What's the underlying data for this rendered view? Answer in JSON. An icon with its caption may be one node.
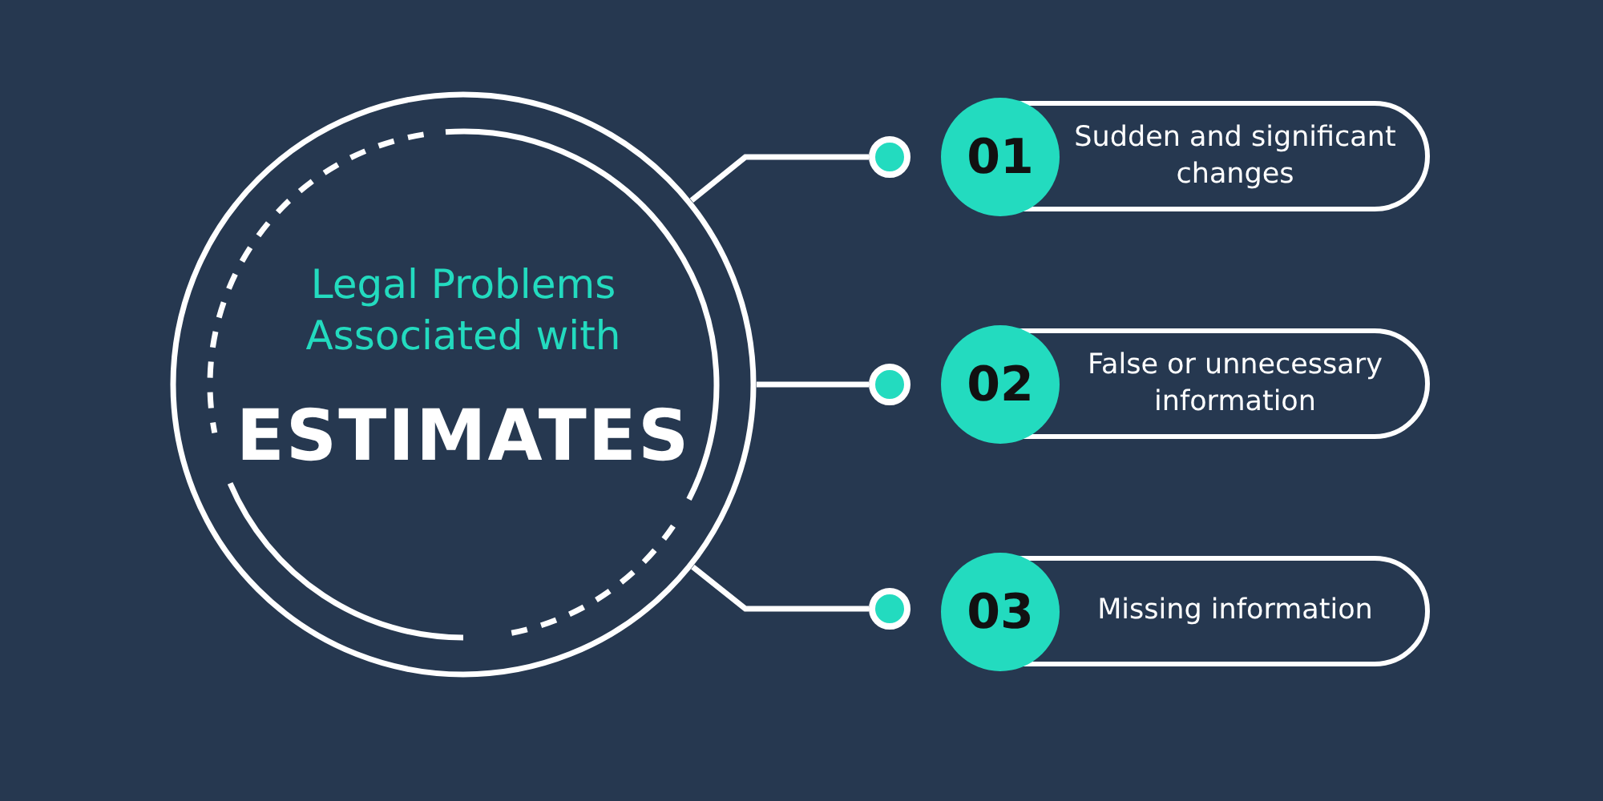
{
  "diagram": {
    "nodes": [
      {
        "text": [
          "Legal Problems Associated with",
          "ESTIMATES"
        ]
      },
      {
        "text": [],
        "shape": "circle"
      },
      {
        "text": [],
        "shape": "circle"
      },
      {
        "text": [],
        "shape": "circle"
      },
      {
        "text": [
          "01",
          "Sudden and significant changes"
        ]
      },
      {
        "text": [
          "02",
          "False or unnecessary information"
        ]
      },
      {
        "text": [
          "03",
          "Missing information"
        ]
      }
    ],
    "edges": [
      {
        "from": 0,
        "to": 1,
        "arrow": "none"
      },
      {
        "from": 0,
        "to": 2,
        "arrow": "none"
      },
      {
        "from": 0,
        "to": 3,
        "arrow": "none"
      }
    ]
  }
}
